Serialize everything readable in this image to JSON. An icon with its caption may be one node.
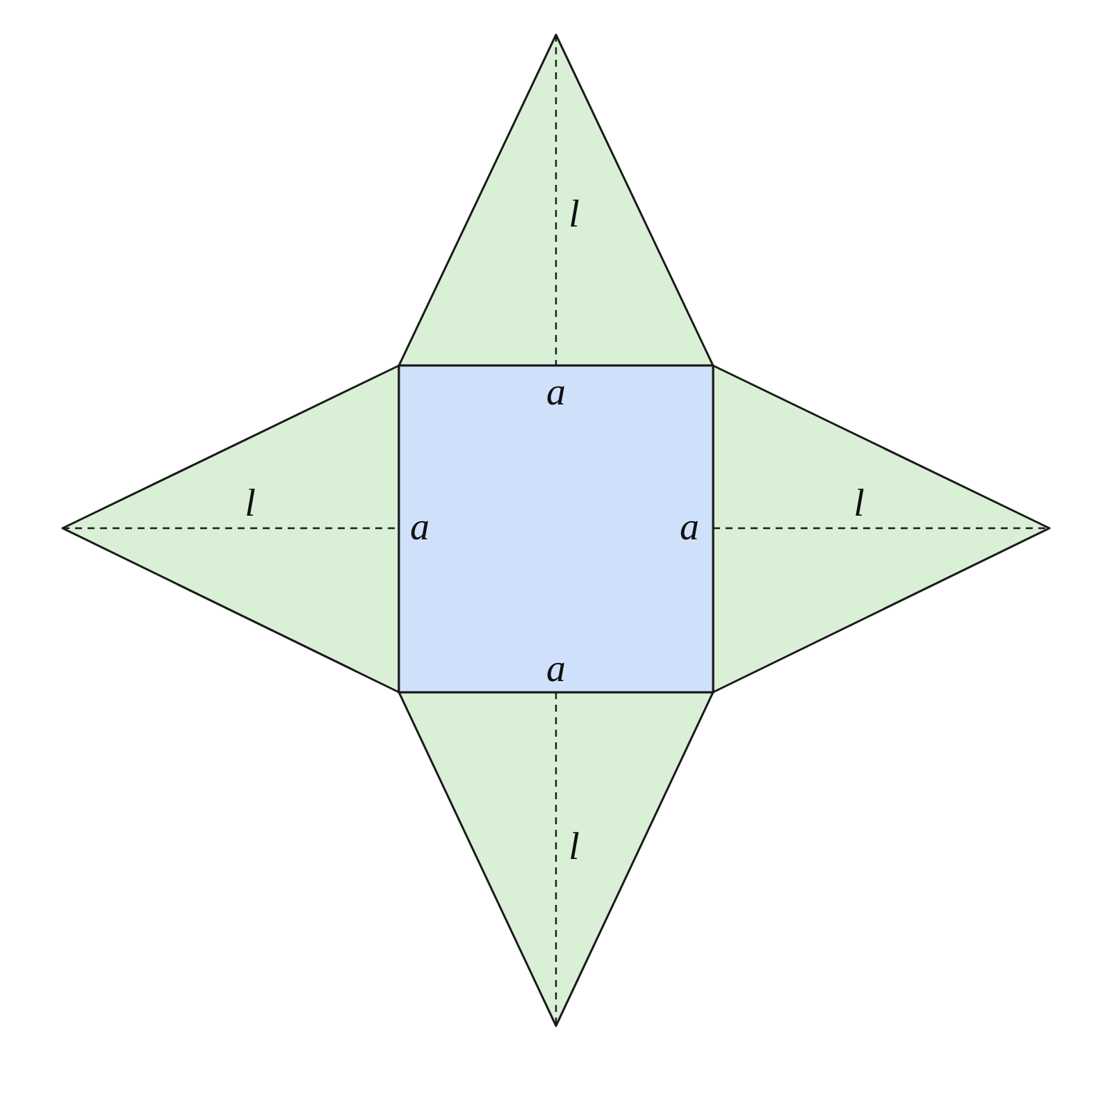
{
  "diagram": {
    "nodes": [
      {
        "text": [
          "l"
        ]
      },
      {
        "text": [
          "l"
        ]
      },
      {
        "text": [
          "a",
          "a",
          "a",
          "a"
        ]
      },
      {
        "text": [
          "l"
        ]
      },
      {
        "text": [
          "l"
        ]
      }
    ]
  }
}
